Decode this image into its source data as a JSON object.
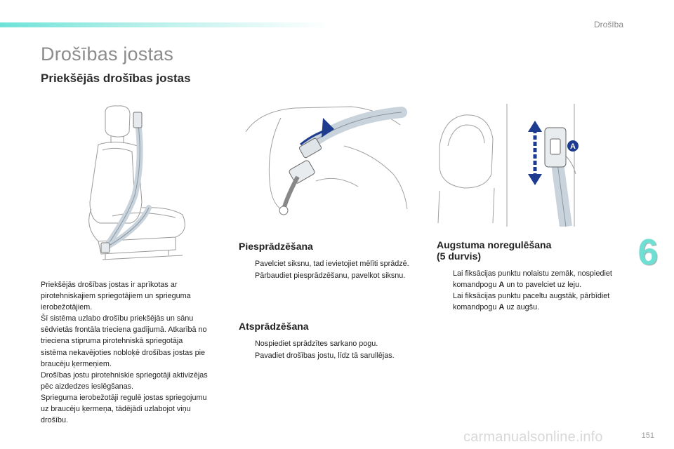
{
  "header": {
    "section": "Drošība"
  },
  "page": {
    "title": "Drošības jostas",
    "subtitle": "Priekšējās drošības jostas",
    "number": "151",
    "chapter_tab": "6",
    "watermark": "carmanualsonline.info"
  },
  "intro": {
    "paragraphs": [
      "Priekšējās drošības jostas ir aprīkotas ar pirotehniskajiem spriegotājiem un sprieguma ierobežotājiem.",
      "Šī sistēma uzlabo drošību priekšējās un sānu sēdvietās frontāla trieciena gadījumā. Atkarībā no trieciena stipruma pirotehniskā spriegotāja sistēma nekavējoties nobloķē drošības jostas pie braucēju ķermeņiem.",
      "Drošības jostu pirotehniskie spriegotāji aktivizējas pēc aizdedzes ieslēgšanas.",
      "Sprieguma ierobežotāji regulē jostas spriegojumu uz braucēju ķermeņa, tādējādi uzlabojot viņu drošību."
    ]
  },
  "fastening": {
    "heading": "Piesprādzēšana",
    "items": [
      "Pavelciet siksnu, tad ievietojiet mēlīti sprādzē.",
      "Pārbaudiet piesprādzēšanu, pavelkot siksnu."
    ]
  },
  "unfastening": {
    "heading": "Atsprādzēšana",
    "items": [
      "Nospiediet sprādzītes sarkano pogu.",
      "Pavadiet drošības jostu, līdz tā sarullējas."
    ]
  },
  "height_adjust": {
    "heading_line1": "Augstuma noregulēšana",
    "heading_line2": "(5 durvis)",
    "items": [
      {
        "pre": "Lai fiksācijas punktu nolaistu zemāk, nospiediet komandpogu ",
        "bold": "A",
        "post": " un to pavelciet uz leju."
      },
      {
        "pre": "Lai fiksācijas punktu paceltu augstāk, pārbīdiet komandpogu ",
        "bold": "A",
        "post": " uz augšu."
      }
    ]
  },
  "figure_labels": {
    "button": "A"
  },
  "bullet_mark": "",
  "colors": {
    "accent": "#6fdfd3",
    "arrow": "#1d3b8f",
    "belt": "#c9d3dc",
    "drawing": "#8a8a8a"
  }
}
